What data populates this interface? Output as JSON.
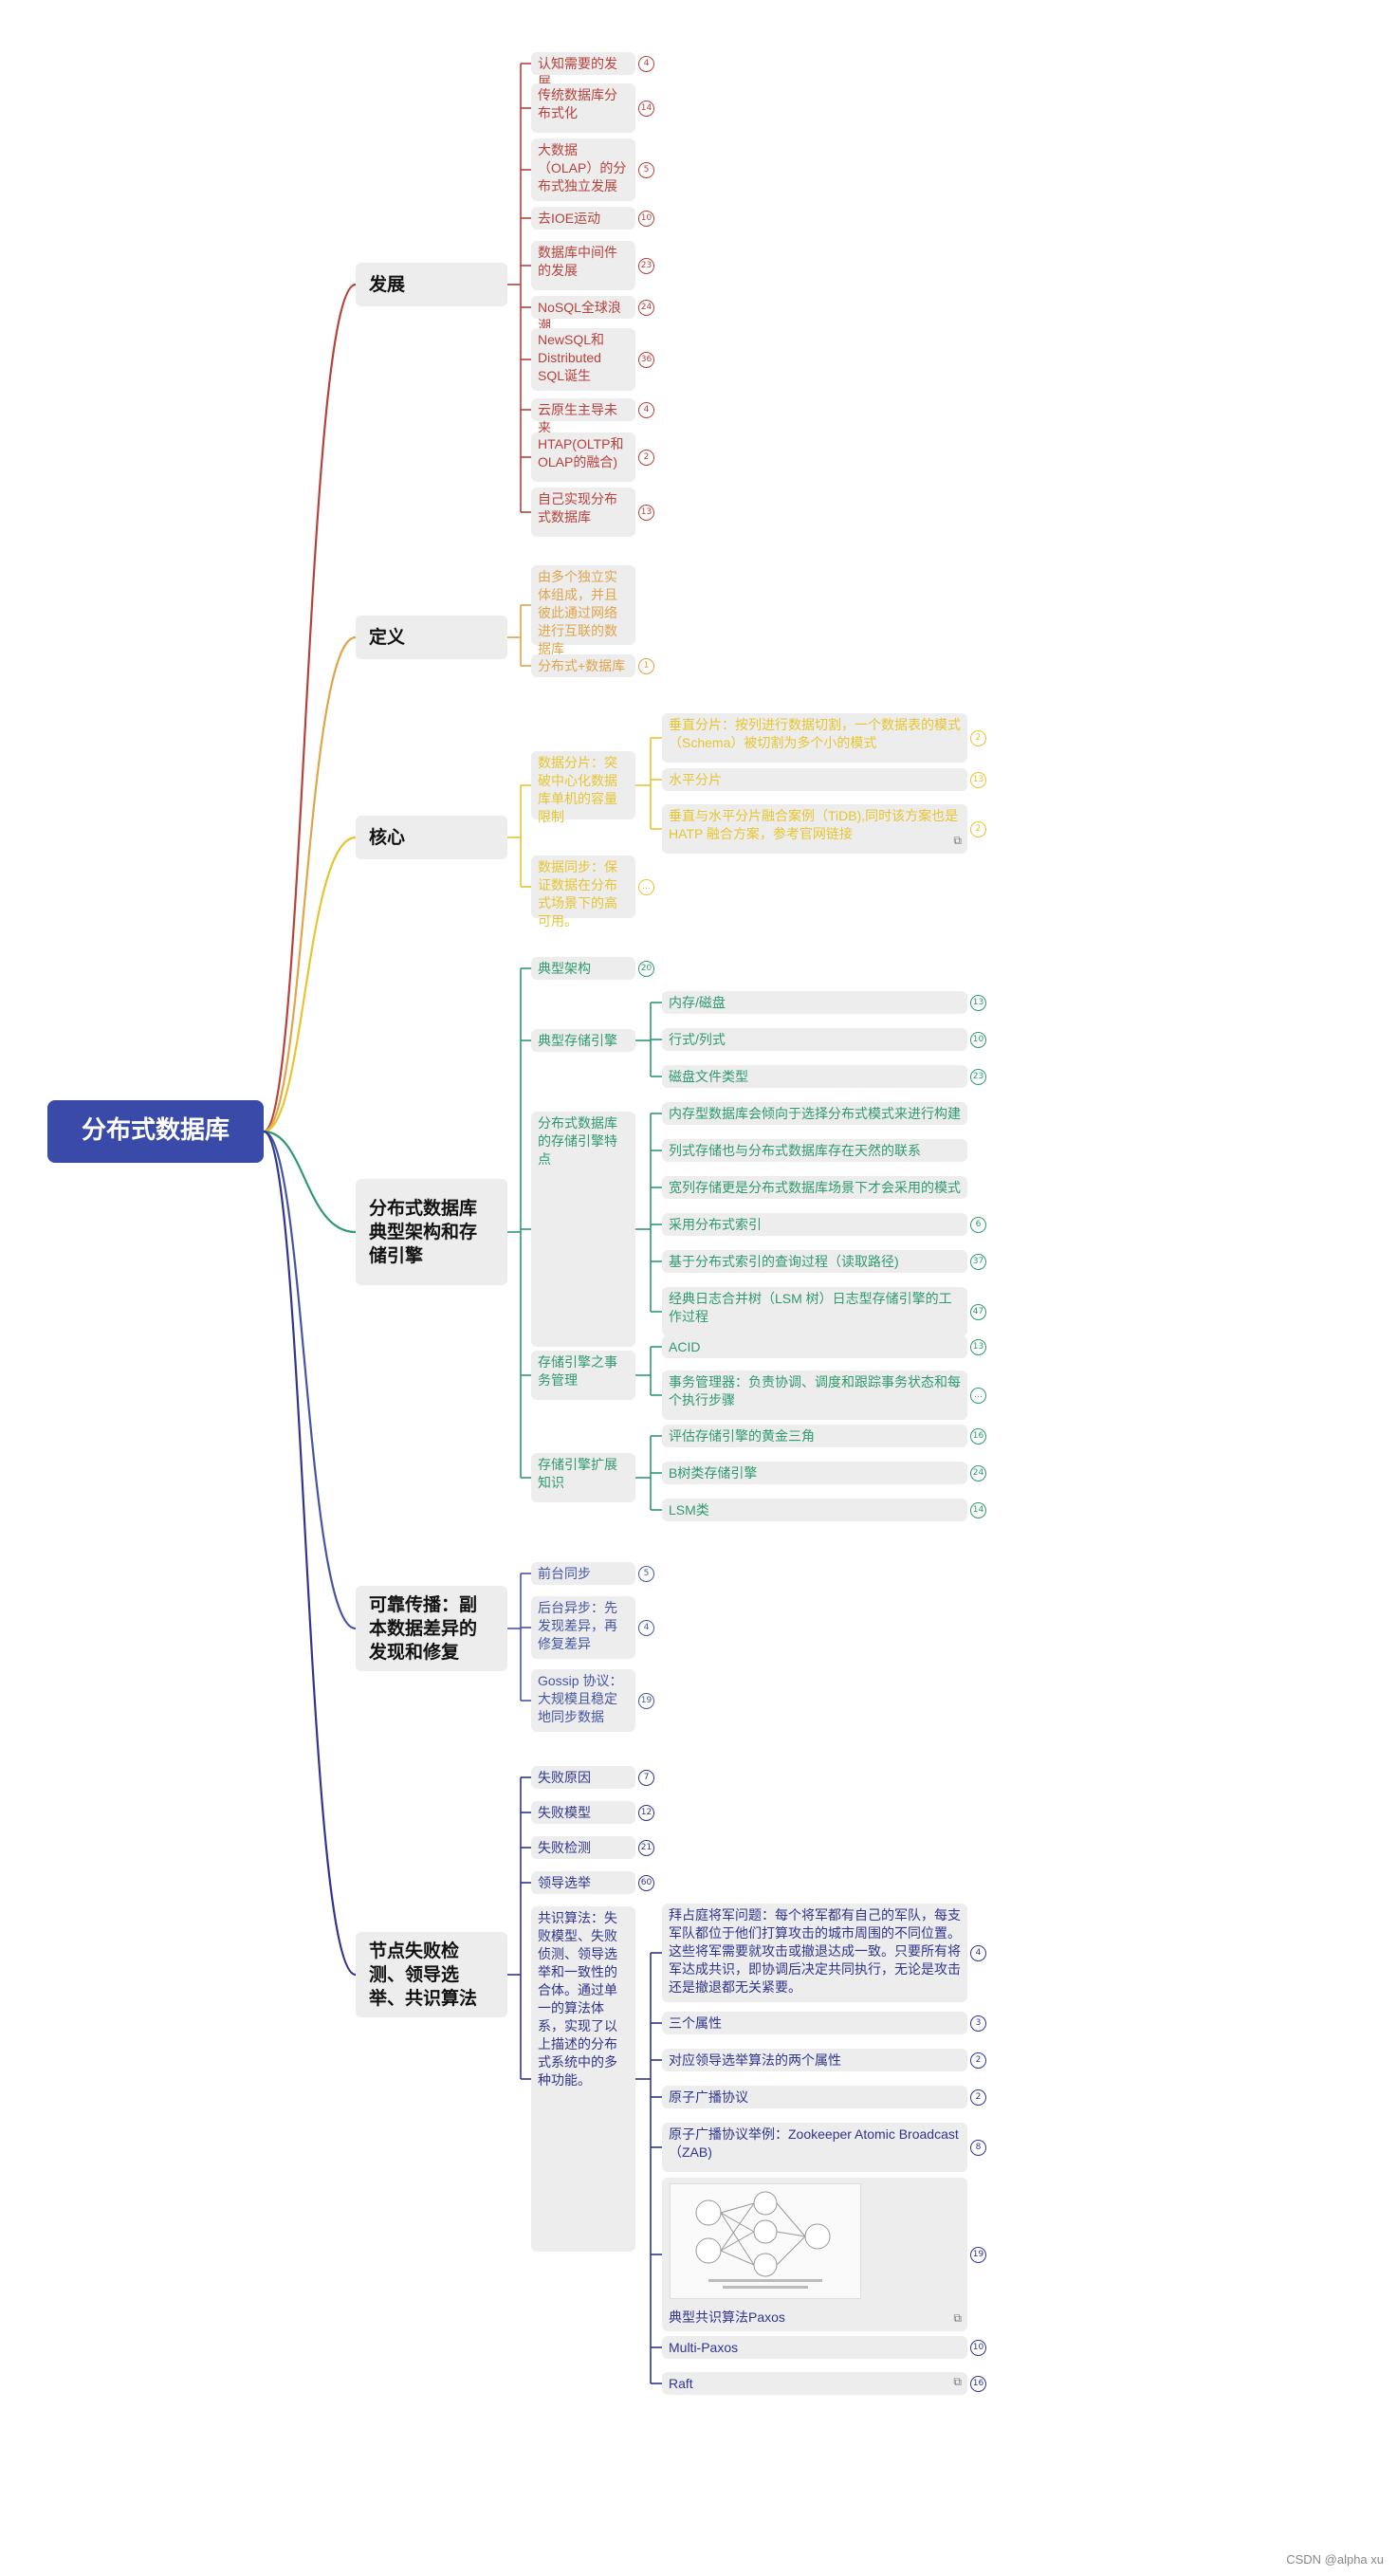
{
  "root": {
    "label": "分布式数据库",
    "color": "#3a4aa8"
  },
  "watermark": "CSDN @alpha xu",
  "branches": [
    {
      "key": "dev",
      "label": "发展",
      "color": "#b8413a",
      "children": [
        {
          "label": "认知需要的发展",
          "badge": "4"
        },
        {
          "label": "传统数据库分布式化",
          "badge": "14"
        },
        {
          "label": "大数据（OLAP）的分布式独立发展",
          "badge": "5"
        },
        {
          "label": "去IOE运动",
          "badge": "10"
        },
        {
          "label": "数据库中间件的发展",
          "badge": "23"
        },
        {
          "label": "NoSQL全球浪潮",
          "badge": "24"
        },
        {
          "label": "NewSQL和Distributed SQL诞生",
          "badge": "36"
        },
        {
          "label": "云原生主导未来",
          "badge": "4"
        },
        {
          "label": "HTAP(OLTP和OLAP的融合)",
          "badge": "2"
        },
        {
          "label": "自己实现分布式数据库",
          "badge": "13"
        }
      ]
    },
    {
      "key": "def",
      "label": "定义",
      "color": "#e0a44a",
      "children": [
        {
          "label": "由多个独立实体组成，并且彼此通过网络进行互联的数据库",
          "badge": ""
        },
        {
          "label": "分布式+数据库",
          "badge": "1"
        }
      ]
    },
    {
      "key": "core",
      "label": "核心",
      "color": "#e6c531",
      "children": [
        {
          "label": "数据分片：突破中心化数据库单机的容量限制",
          "badge": "",
          "children": [
            {
              "label": "垂直分片：按列进行数据切割，一个数据表的模式（Schema）被切割为多个小的模式",
              "badge": "2"
            },
            {
              "label": "水平分片",
              "badge": "13"
            },
            {
              "label": "垂直与水平分片融合案例（TiDB),同时该方案也是 HATP 融合方案，参考官网链接",
              "badge": "2",
              "link": true
            }
          ]
        },
        {
          "label": "数据同步：保证数据在分布式场景下的高可用。",
          "badge": "…"
        }
      ]
    },
    {
      "key": "arch",
      "label": "分布式数据库典型架构和存储引擎",
      "color": "#2e9a6f",
      "children": [
        {
          "label": "典型架构",
          "badge": "20"
        },
        {
          "label": "典型存储引擎",
          "badge": "",
          "children": [
            {
              "label": "内存/磁盘",
              "badge": "13"
            },
            {
              "label": "行式/列式",
              "badge": "10"
            },
            {
              "label": "磁盘文件类型",
              "badge": "23"
            }
          ]
        },
        {
          "label": "分布式数据库的存储引擎特点",
          "badge": "",
          "children": [
            {
              "label": "内存型数据库会倾向于选择分布式模式来进行构建",
              "badge": ""
            },
            {
              "label": "列式存储也与分布式数据库存在天然的联系",
              "badge": ""
            },
            {
              "label": "宽列存储更是分布式数据库场景下才会采用的模式",
              "badge": ""
            },
            {
              "label": "采用分布式索引",
              "badge": "6"
            },
            {
              "label": "基于分布式索引的查询过程（读取路径)",
              "badge": "37"
            },
            {
              "label": "经典日志合并树（LSM 树）日志型存储引擎的工作过程",
              "badge": "47"
            }
          ]
        },
        {
          "label": "存储引擎之事务管理",
          "badge": "",
          "children": [
            {
              "label": "ACID",
              "badge": "13"
            },
            {
              "label": "事务管理器：负责协调、调度和跟踪事务状态和每个执行步骤",
              "badge": "…"
            }
          ]
        },
        {
          "label": "存储引擎扩展知识",
          "badge": "",
          "children": [
            {
              "label": "评估存储引擎的黄金三角",
              "badge": "16"
            },
            {
              "label": "B树类存储引擎",
              "badge": "24"
            },
            {
              "label": "LSM类",
              "badge": "14"
            }
          ]
        }
      ]
    },
    {
      "key": "rep",
      "label": "可靠传播：副本数据差异的发现和修复",
      "color": "#4455a8",
      "children": [
        {
          "label": "前台同步",
          "badge": "5"
        },
        {
          "label": "后台异步：先发现差异，再修复差异",
          "badge": "4"
        },
        {
          "label": "Gossip 协议：大规模且稳定地同步数据",
          "badge": "19"
        }
      ]
    },
    {
      "key": "fail",
      "label": "节点失败检测、领导选举、共识算法",
      "color": "#2f3590",
      "children": [
        {
          "label": "失败原因",
          "badge": "7"
        },
        {
          "label": "失败模型",
          "badge": "12"
        },
        {
          "label": "失败检测",
          "badge": "21"
        },
        {
          "label": "领导选举",
          "badge": "60"
        },
        {
          "label": "共识算法：失败模型、失败侦测、领导选举和一致性的合体。通过单一的算法体系，实现了以上描述的分布式系统中的多种功能。",
          "badge": "",
          "children": [
            {
              "label": "拜占庭将军问题：每个将军都有自己的军队，每支军队都位于他们打算攻击的城市周围的不同位置。这些将军需要就攻击或撤退达成一致。只要所有将军达成共识，即协调后决定共同执行，无论是攻击还是撤退都无关紧要。",
              "badge": "4"
            },
            {
              "label": "三个属性",
              "badge": "3"
            },
            {
              "label": "对应领导选举算法的两个属性",
              "badge": "2"
            },
            {
              "label": "原子广播协议",
              "badge": "2"
            },
            {
              "label": "原子广播协议举例：Zookeeper Atomic Broadcast（ZAB)",
              "badge": "8"
            },
            {
              "label": "典型共识算法Paxos",
              "badge": "19",
              "link": true,
              "image": true
            },
            {
              "label": "Multi-Paxos",
              "badge": "10"
            },
            {
              "label": "Raft",
              "badge": "16",
              "link": true
            }
          ]
        }
      ]
    }
  ]
}
